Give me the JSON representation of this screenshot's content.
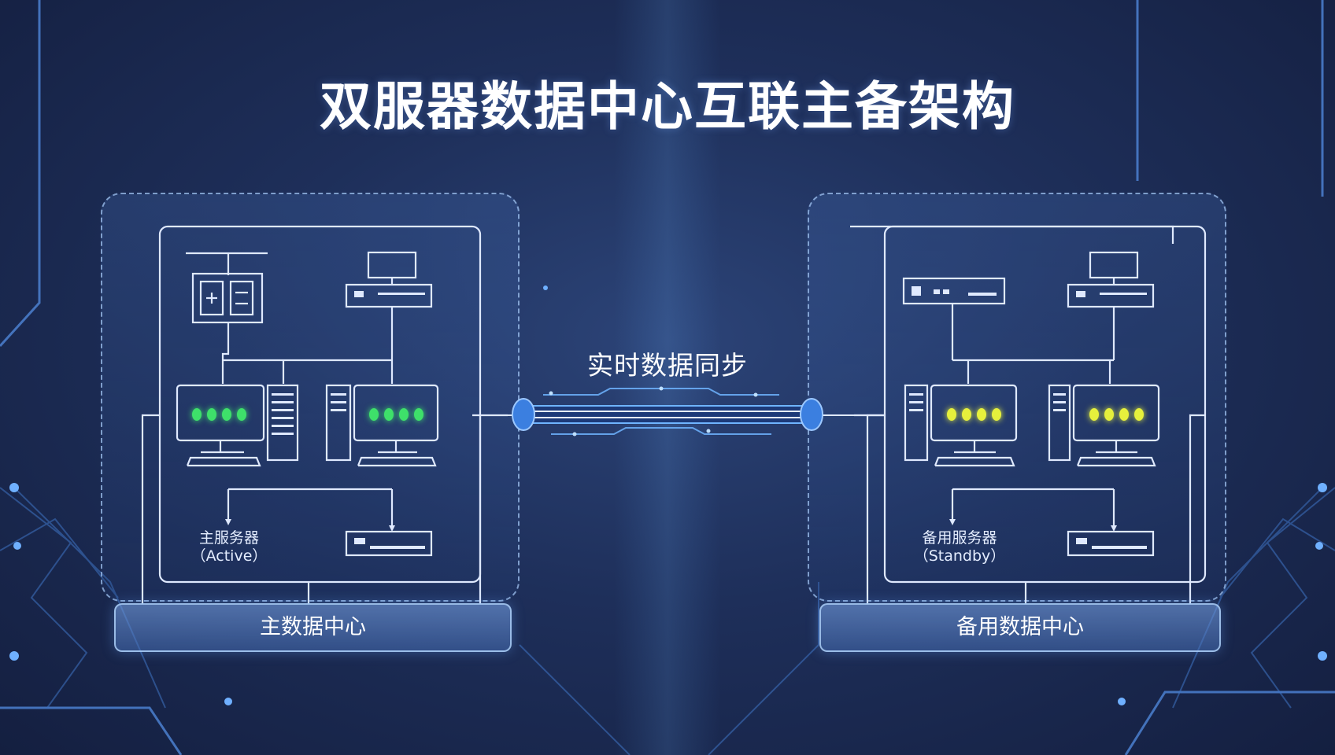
{
  "title": "双服器数据中心互联主备架构",
  "sync": {
    "label": "实时数据同步"
  },
  "primary": {
    "datacenter_label": "主数据中心",
    "server_name": "主服务器",
    "server_state": "（Active）",
    "led_color": "#3ee06a"
  },
  "standby": {
    "datacenter_label": "备用数据中心",
    "server_name": "备用服务器",
    "server_state": "（Standby）",
    "led_color": "#e6f03c"
  },
  "colors": {
    "line": "#dfe9ff",
    "accent": "#5aa8ff",
    "connector": "#3b7fe0"
  }
}
